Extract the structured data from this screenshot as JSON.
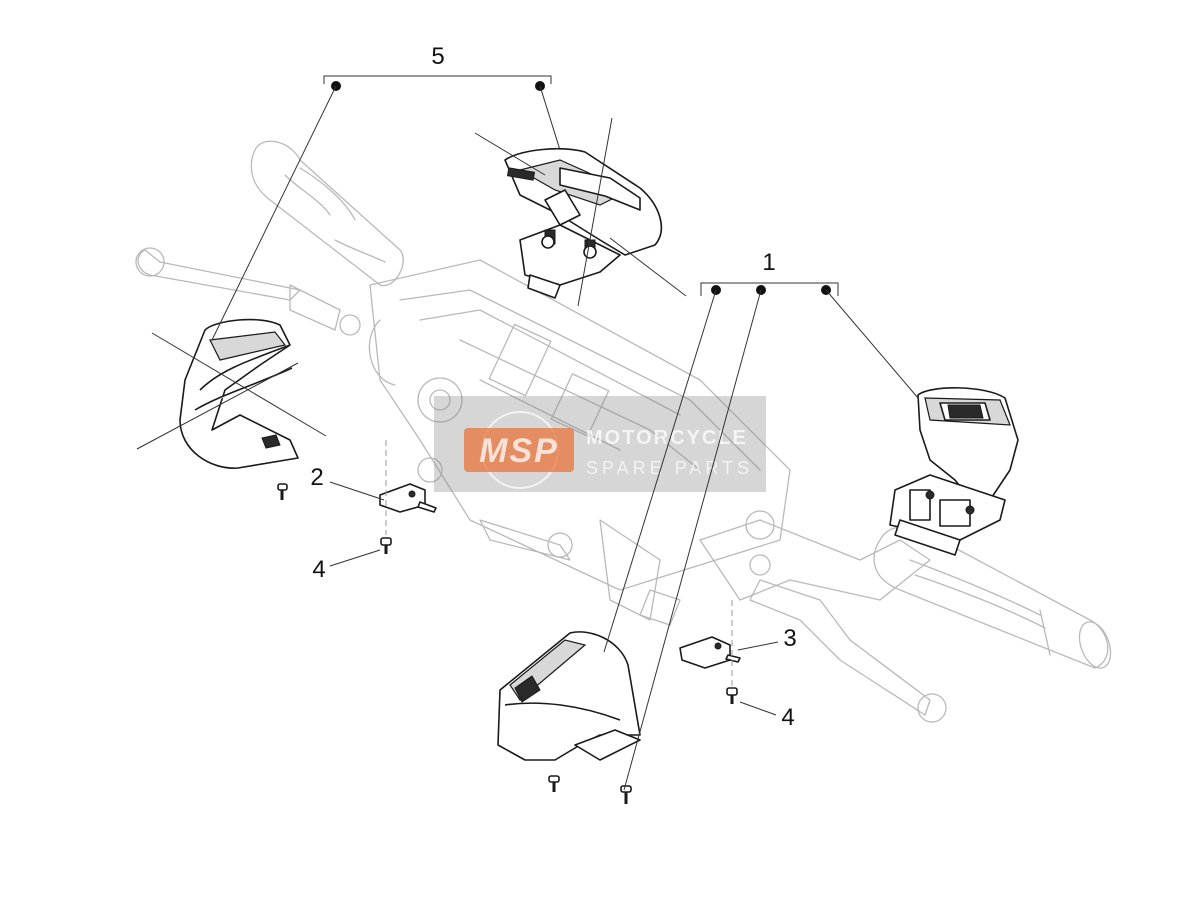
{
  "callouts": {
    "c5": "5",
    "c1": "1",
    "c2": "2",
    "c3": "3",
    "c4a": "4",
    "c4b": "4"
  },
  "watermark": {
    "logo": "MSP",
    "line1": "MOTORCYCLE",
    "line2": "SPARE PARTS"
  },
  "colors": {
    "watermark_bg": "#8a8a8a",
    "watermark_logo": "#e8743b"
  }
}
